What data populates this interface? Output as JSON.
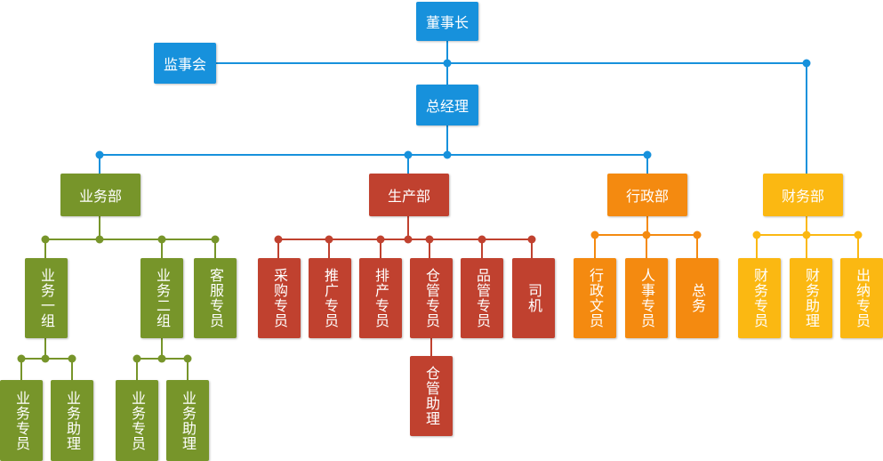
{
  "colors": {
    "blue": "#1791dc",
    "green": "#77952a",
    "red": "#c0412f",
    "orange": "#f48a10",
    "yellow": "#fbb812"
  },
  "nodes": {
    "chairman": "董事长",
    "supervisors": "监事会",
    "general_manager": "总经理",
    "business_dept": "业务部",
    "production_dept": "生产部",
    "admin_dept": "行政部",
    "finance_dept": "财务部",
    "business_group_1": "业务一组",
    "business_group_2": "业务二组",
    "customer_service": "客服专员",
    "g1_business_specialist": "业务专员",
    "g1_business_assistant": "业务助理",
    "g2_business_specialist": "业务专员",
    "g2_business_assistant": "业务助理",
    "purchasing_specialist": "采购专员",
    "promotion_specialist": "推广专员",
    "scheduling_specialist": "排产专员",
    "warehouse_specialist": "仓管专员",
    "quality_specialist": "品管专员",
    "driver": "司机",
    "warehouse_assistant": "仓管助理",
    "admin_clerk": "行政文员",
    "hr_specialist": "人事专员",
    "general_affairs": "总务",
    "finance_specialist": "财务专员",
    "finance_assistant": "财务助理",
    "cashier_specialist": "出纳专员"
  }
}
